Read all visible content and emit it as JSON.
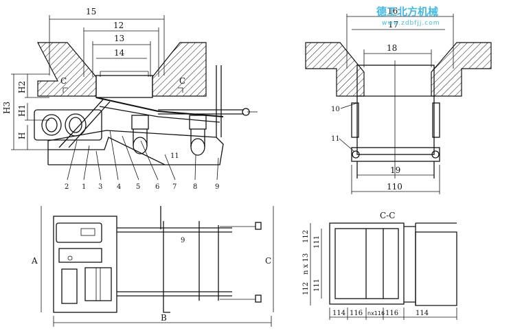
{
  "watermark": {
    "brand": "德工北方机械",
    "url": "www.zdbfjj.com",
    "color": "#3fbbe8"
  },
  "dimensions": {
    "d15": "15",
    "d12": "12",
    "d13": "13",
    "d14": "14",
    "d16": "16",
    "d17": "17",
    "d18": "18",
    "d19": "19",
    "d110": "110",
    "H": "H",
    "H1": "H1",
    "H2": "H2",
    "H3": "H3",
    "A": "A",
    "B": "B",
    "C": "C"
  },
  "section_marks": {
    "left": "C",
    "right": "C",
    "title": "C-C"
  },
  "callouts": [
    "1",
    "2",
    "3",
    "4",
    "5",
    "6",
    "7",
    "8",
    "9",
    "10",
    "11"
  ],
  "section_dims": {
    "top_112": "112",
    "top_111": "111",
    "n13": "n x 13",
    "bot_111": "111",
    "bot_112": "112",
    "b114a": "114",
    "b116a": "116",
    "bn": "nx116",
    "b116b": "116",
    "b114b": "114"
  }
}
